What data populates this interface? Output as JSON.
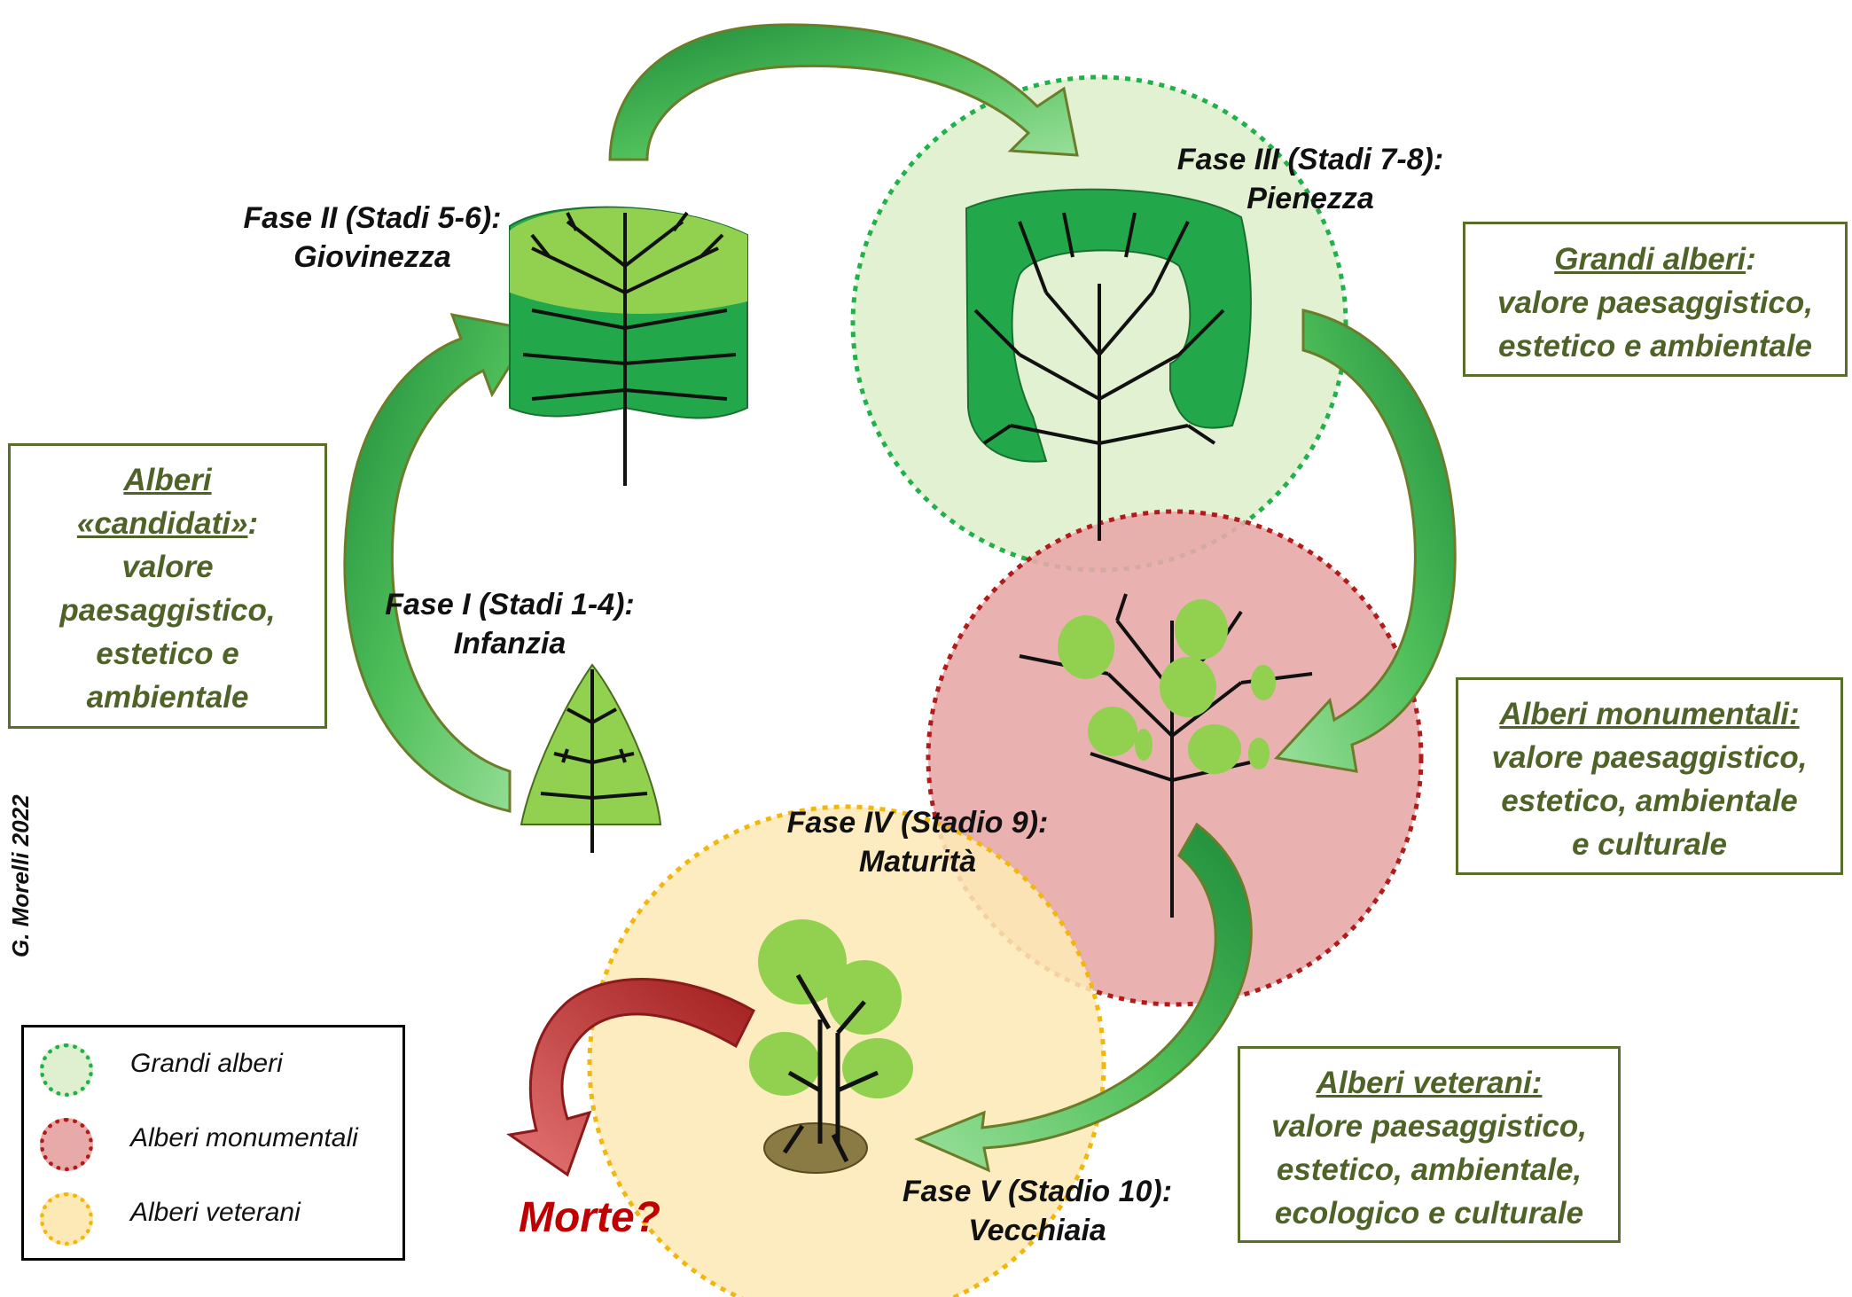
{
  "phases": {
    "phase1": {
      "line1": "Fase I (Stadi 1-4):",
      "line2": "Infanzia"
    },
    "phase2": {
      "line1": "Fase II (Stadi 5-6):",
      "line2": "Giovinezza"
    },
    "phase3": {
      "line1": "Fase III (Stadi 7-8):",
      "line2": "Pienezza"
    },
    "phase4": {
      "line1": "Fase IV (Stadio 9):",
      "line2": "Maturità"
    },
    "phase5": {
      "line1": "Fase V (Stadio 10):",
      "line2": "Vecchiaia"
    }
  },
  "boxes": {
    "candidati": {
      "l1": "Alberi",
      "l2": "«candidati»",
      "l2_suffix": ":",
      "l3": "valore",
      "l4": "paesaggistico,",
      "l5": "estetico e",
      "l6": "ambientale"
    },
    "grandi": {
      "head": "Grandi alberi",
      "suffix": ":",
      "l2": "valore paesaggistico,",
      "l3": "estetico e ambientale"
    },
    "monumentali": {
      "head": "Alberi monumentali:",
      "l2": "valore paesaggistico,",
      "l3": "estetico, ambientale",
      "l4": "e culturale"
    },
    "veterani": {
      "head": "Alberi veterani:",
      "l2": "valore paesaggistico,",
      "l3": "estetico, ambientale,",
      "l4": "ecologico e culturale"
    }
  },
  "death_label": "Morte?",
  "credit": "G. Morelli 2022",
  "legend": {
    "items": [
      {
        "label": "Grandi alberi",
        "fill": "#dff0d0",
        "border": "#22b04b"
      },
      {
        "label": "Alberi monumentali",
        "fill": "#e8a9a9",
        "border": "#b01c1c"
      },
      {
        "label": "Alberi veterani",
        "fill": "#fde9b6",
        "border": "#f2b70f"
      }
    ]
  },
  "colors": {
    "grandi_fill": "#dff0d0",
    "grandi_border": "#22b04b",
    "monumentali_fill": "#e8a9a9",
    "monumentali_border": "#b01c1c",
    "veterani_fill": "#fde9b6",
    "veterani_border": "#f2b70f",
    "arrow_green_dark": "#1e8a3a",
    "arrow_green_light": "#7fd37f",
    "arrow_red": "#c0282b",
    "box_text": "#4f6228"
  }
}
